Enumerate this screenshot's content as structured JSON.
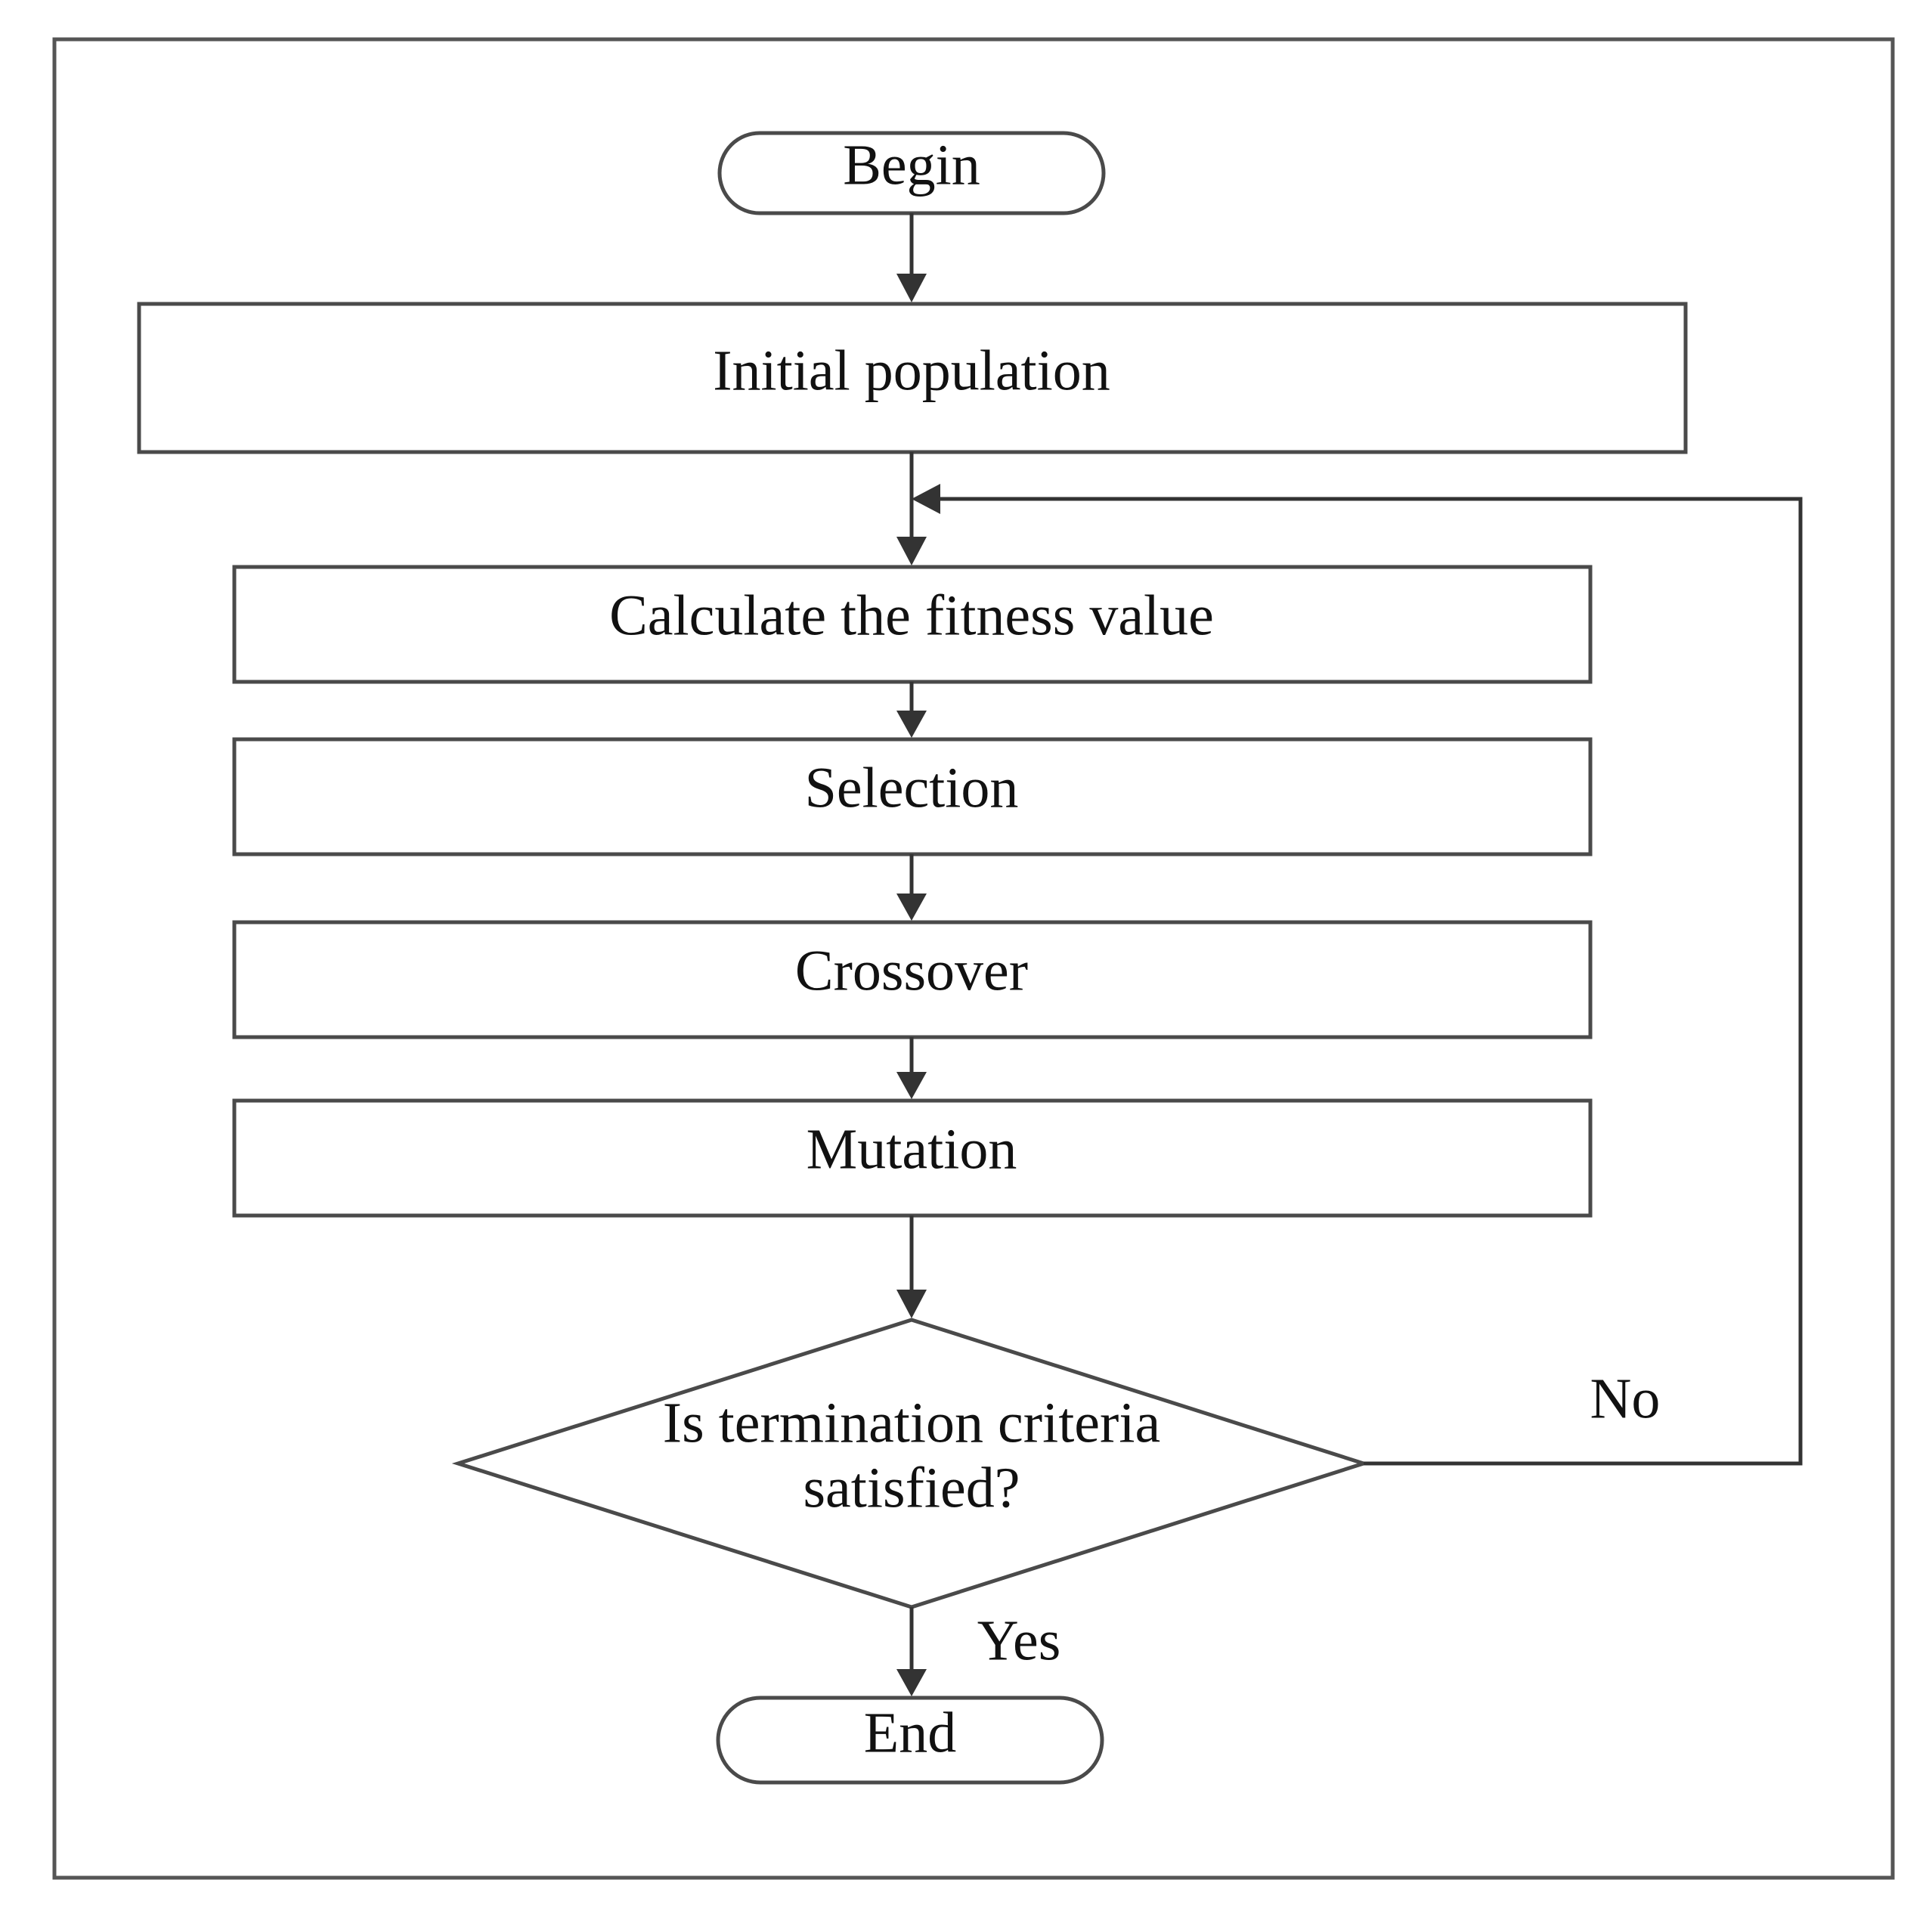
{
  "flowchart": {
    "begin": "Begin",
    "initial_population": "Initial population",
    "calculate_fitness": "Calculate the fitness value",
    "selection": "Selection",
    "crossover": "Crossover",
    "mutation": "Mutation",
    "decision_line1": "Is termination criteria",
    "decision_line2": "satisfied?",
    "end": "End",
    "no_label": "No",
    "yes_label": "Yes"
  }
}
